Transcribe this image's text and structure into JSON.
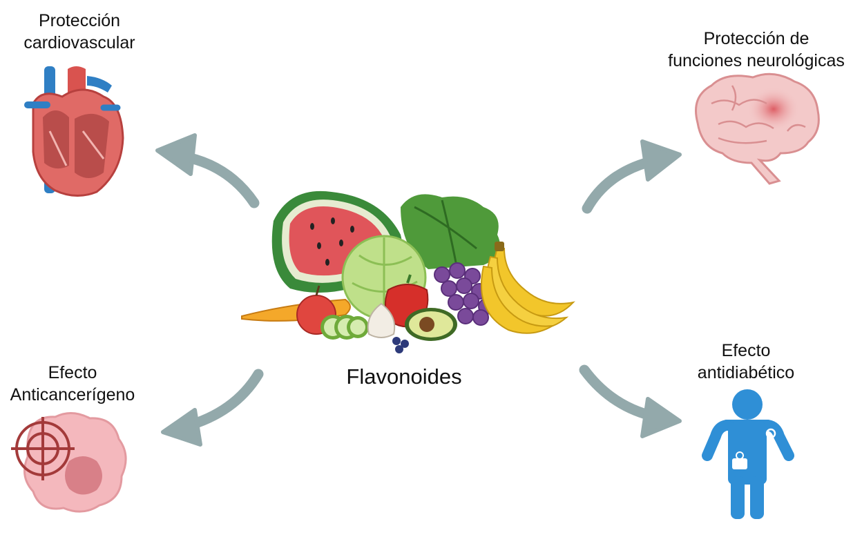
{
  "center": {
    "label": "Flavonoides"
  },
  "effects": {
    "cardiovascular": {
      "line1": "Protección",
      "line2": "cardiovascular",
      "icon": "heart-icon"
    },
    "neurological": {
      "line1": "Protección de",
      "line2": "funciones neurológicas",
      "icon": "brain-icon"
    },
    "anticancer": {
      "line1": "Efecto",
      "line2": "Anticancerígeno",
      "icon": "cancer-cell-target-icon"
    },
    "antidiabetic": {
      "line1": "Efecto",
      "line2": "antidiabético",
      "icon": "person-glucose-monitor-icon"
    }
  },
  "colors": {
    "arrow": "#93a9ab",
    "heart_red": "#d9534f",
    "heart_blue": "#2f7fc4",
    "brain_pink": "#f3c9c9",
    "cell_pink": "#f4b8bd",
    "target_red": "#a33a3a",
    "person_blue": "#2f8fd6"
  }
}
